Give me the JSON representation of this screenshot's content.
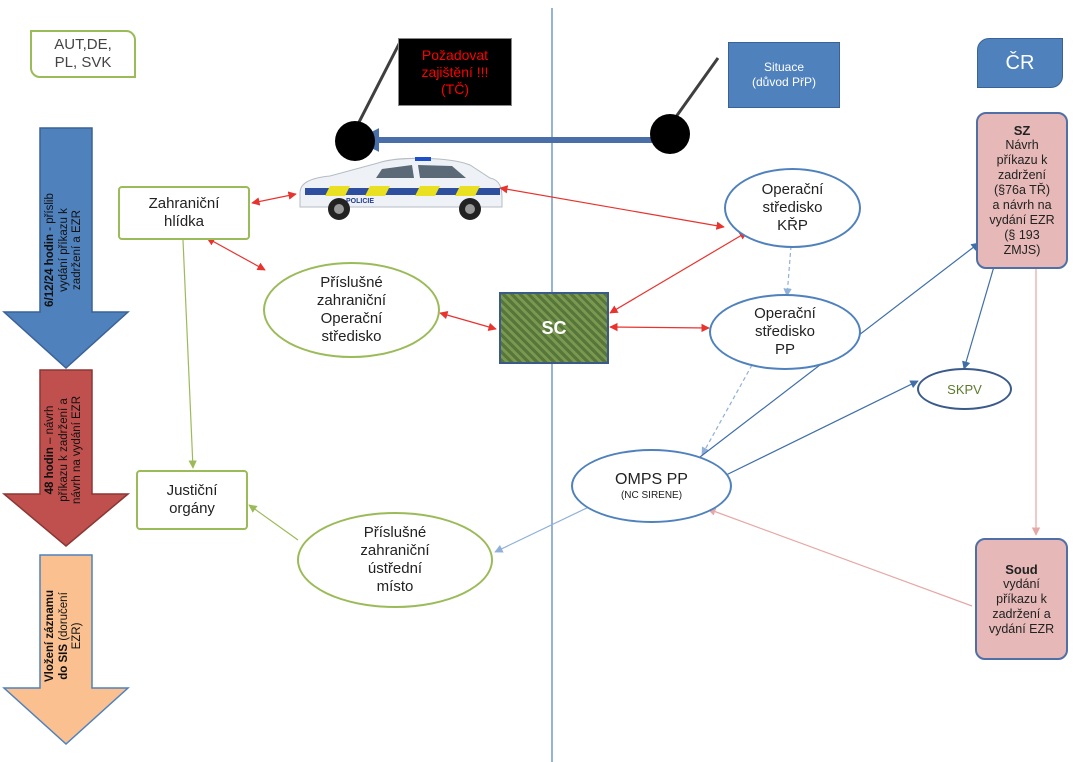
{
  "countries_label": [
    "AUT,DE,",
    "PL, SVK"
  ],
  "cz_label": "ČR",
  "alert": [
    "Požadovat",
    "zajištění  !!!",
    "(TČ)"
  ],
  "situation": [
    "Situace",
    "(důvod  PřP)"
  ],
  "police_car_text": "POLICIE",
  "sc_label": "SC",
  "foreign_patrol": [
    "Zahraniční",
    "hlídka"
  ],
  "foreign_op_center": [
    "Příslušné",
    "zahraniční",
    "Operační",
    "středisko"
  ],
  "kfp_center": [
    "Operační",
    "středisko",
    "KŘP"
  ],
  "pp_center": [
    "Operační",
    "středisko",
    "PP"
  ],
  "skpv": "SKPV",
  "omps": [
    "OMPS PP",
    "(NC SIRENE)"
  ],
  "judicial": [
    "Justiční",
    "orgány"
  ],
  "foreign_central": [
    "Příslušné",
    "zahraniční",
    "ústřední",
    "místo"
  ],
  "sz_box": {
    "title": "SZ",
    "lines": [
      "Návrh",
      "příkazu k",
      "zadržení",
      "(§76a TŘ)",
      "a návrh na",
      "vydání  EZR",
      "(§ 193",
      "ZMJS)"
    ]
  },
  "court_box": {
    "title": "Soud",
    "lines": [
      "vydání",
      "příkazu k",
      "zadržení a",
      "vydání  EZR"
    ]
  },
  "arrow_blue": {
    "bold": "6/12/24 hodin",
    "rest": " - příslib",
    "lines": [
      "vydání  příkazu k",
      "zadržení a EZR"
    ]
  },
  "arrow_red": {
    "bold": "48 hodin",
    "rest": " – návrh",
    "lines": [
      "příkazu k zadržení a",
      "návrh na vydání  EZR"
    ]
  },
  "arrow_orange": {
    "bold": "Vložení záznamu",
    "line2_bold": "do SIS",
    "line2_rest": " (doručení",
    "line3": "EZR)"
  },
  "colors": {
    "blue_arrow": "#4f81bd",
    "red_arrow": "#c0504d",
    "orange_arrow": "#fac090",
    "green_border": "#9bbb59",
    "blue_border": "#4f81bd",
    "pink_fill": "#e6b9b8",
    "sc_fill": "#5a7a3a",
    "alert_text": "#ff0000",
    "red_link": "#e8332e"
  }
}
